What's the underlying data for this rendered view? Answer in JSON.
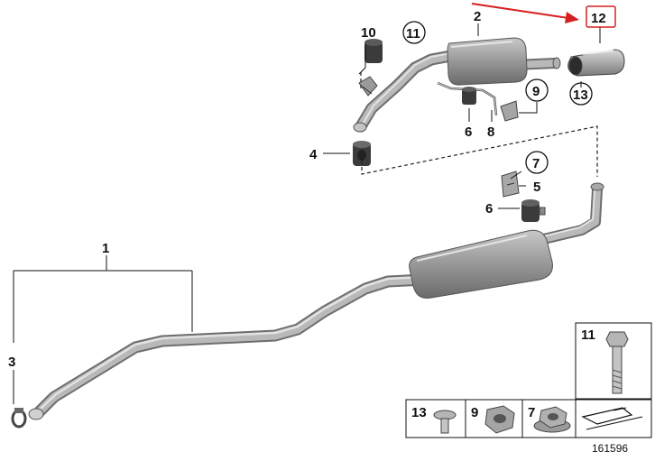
{
  "labels": {
    "p1": "1",
    "p2": "2",
    "p3": "3",
    "p4": "4",
    "p5": "5",
    "p6a": "6",
    "p6b": "6",
    "p7": "7",
    "p8": "8",
    "p9": "9",
    "p10": "10",
    "p11": "11",
    "p12": "12",
    "p13": "13"
  },
  "legend": {
    "items": [
      {
        "number": "11",
        "icon": "bolt-icon"
      },
      {
        "number": "13",
        "icon": "screw-icon"
      },
      {
        "number": "9",
        "icon": "hex-nut-icon"
      },
      {
        "number": "7",
        "icon": "flange-nut-icon"
      }
    ]
  },
  "diagram_number": "161596",
  "colors": {
    "pipe": "#9a9a9a",
    "arrow": "#d62020",
    "highlight_box": "#d62020"
  }
}
